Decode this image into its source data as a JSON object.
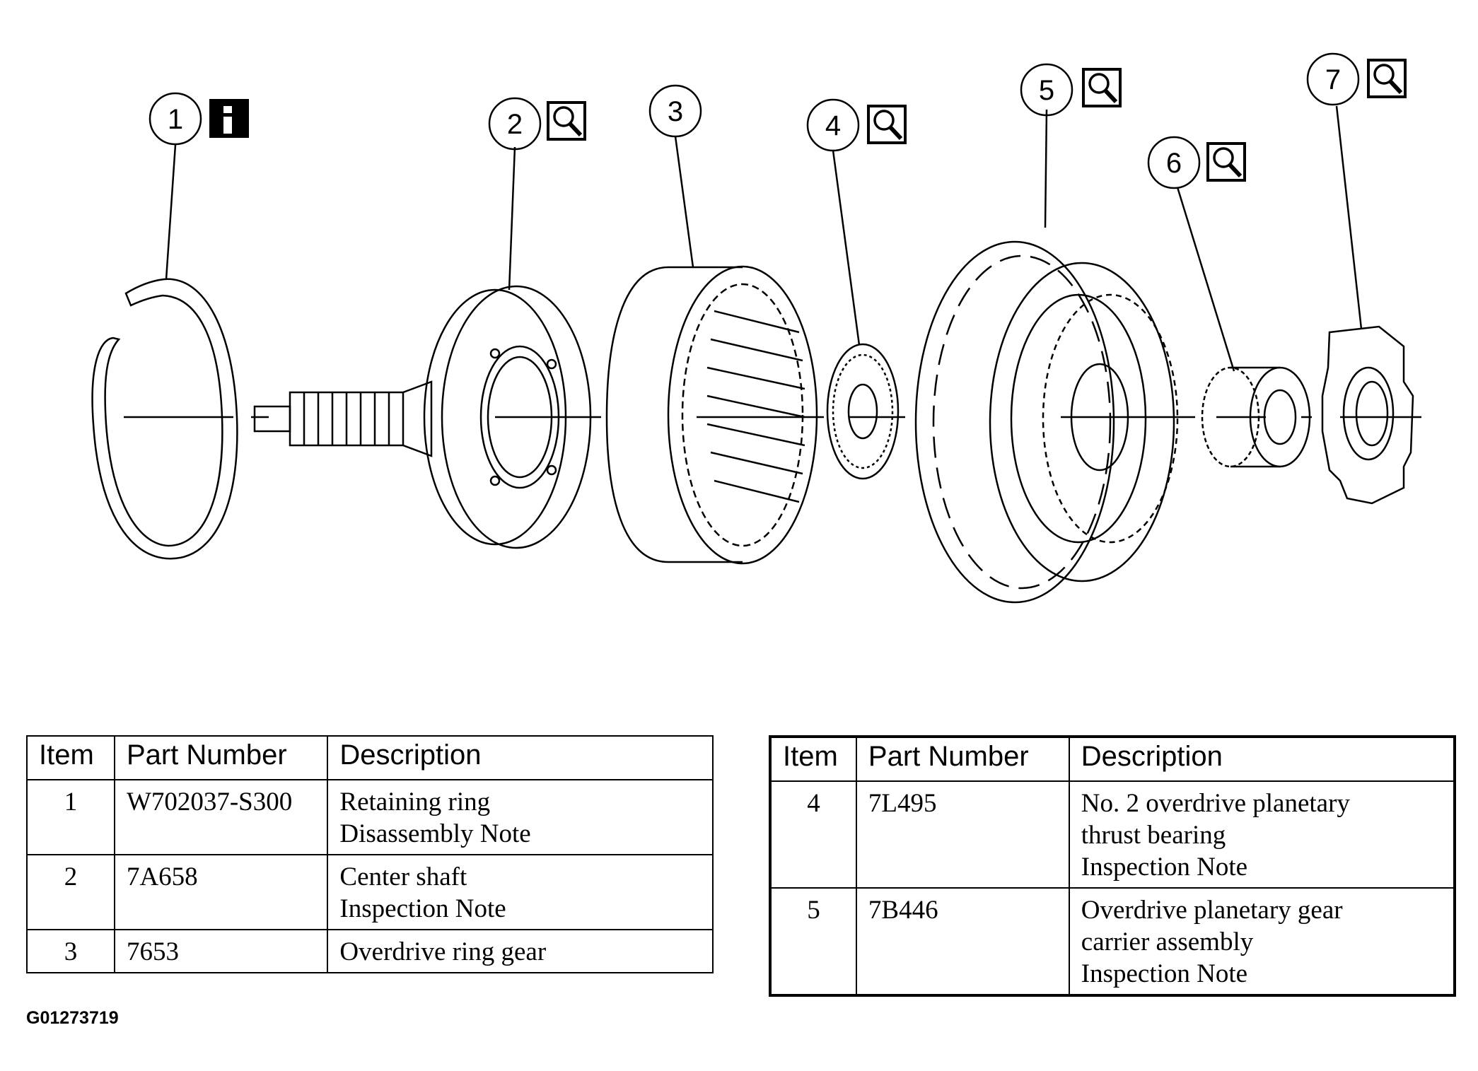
{
  "callouts": [
    {
      "number": "1",
      "icon": "info-icon"
    },
    {
      "number": "2",
      "icon": "magnifier-icon"
    },
    {
      "number": "3",
      "icon": ""
    },
    {
      "number": "4",
      "icon": "magnifier-icon"
    },
    {
      "number": "5",
      "icon": "magnifier-icon"
    },
    {
      "number": "6",
      "icon": "magnifier-icon"
    },
    {
      "number": "7",
      "icon": "magnifier-icon"
    }
  ],
  "table_headers": {
    "item": "Item",
    "part_number": "Part Number",
    "description": "Description"
  },
  "left_table": [
    {
      "item": "1",
      "part_number": "W702037-S300",
      "description": [
        "Retaining ring",
        "Disassembly Note"
      ]
    },
    {
      "item": "2",
      "part_number": "7A658",
      "description": [
        "Center shaft",
        "Inspection Note"
      ]
    },
    {
      "item": "3",
      "part_number": "7653",
      "description": [
        "Overdrive ring gear"
      ]
    }
  ],
  "right_table": [
    {
      "item": "4",
      "part_number": "7L495",
      "description": [
        "No. 2 overdrive planetary",
        "thrust bearing",
        "Inspection Note"
      ]
    },
    {
      "item": "5",
      "part_number": "7B446",
      "description": [
        "Overdrive planetary gear",
        "carrier assembly",
        "Inspection Note"
      ]
    }
  ],
  "figure_id": "G01273719"
}
